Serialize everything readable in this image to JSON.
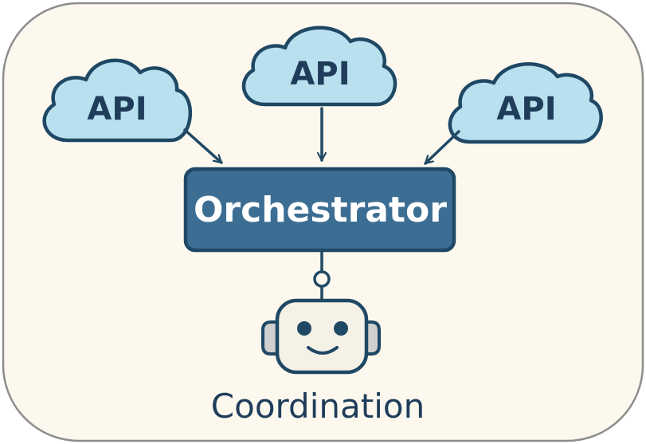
{
  "diagram": {
    "clouds": [
      {
        "label": "API"
      },
      {
        "label": "API"
      },
      {
        "label": "API"
      }
    ],
    "orchestrator": {
      "label": "Orchestrator"
    },
    "caption": "Coordination",
    "colors": {
      "background": "#fcf8ee",
      "border": "#8d8d8d",
      "cloud_fill": "#b9e0ee",
      "stroke": "#1f4864",
      "orchestrator_fill": "#3c6e94",
      "orchestrator_text": "#ffffff",
      "robot_face": "#f5f1e6",
      "robot_ears": "#cfcfcf",
      "text": "#1f3d5a"
    }
  }
}
